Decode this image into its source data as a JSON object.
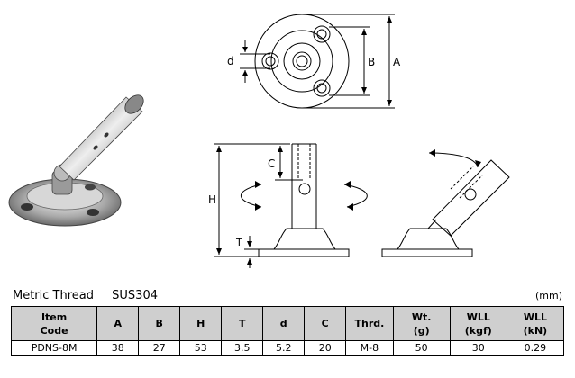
{
  "drawing_labels": {
    "d_top": "d",
    "B": "B",
    "A": "A",
    "C": "C",
    "H": "H",
    "T": "T"
  },
  "heading": {
    "thread": "Metric Thread",
    "material": "SUS304",
    "unit": "(mm)"
  },
  "table": {
    "headers": [
      "Item\nCode",
      "A",
      "B",
      "H",
      "T",
      "d",
      "C",
      "Thrd.",
      "Wt.\n(g)",
      "WLL\n(kgf)",
      "WLL\n(kN)"
    ],
    "rows": [
      [
        "PDNS-8M",
        "38",
        "27",
        "53",
        "3.5",
        "5.2",
        "20",
        "M-8",
        "50",
        "30",
        "0.29"
      ]
    ]
  }
}
